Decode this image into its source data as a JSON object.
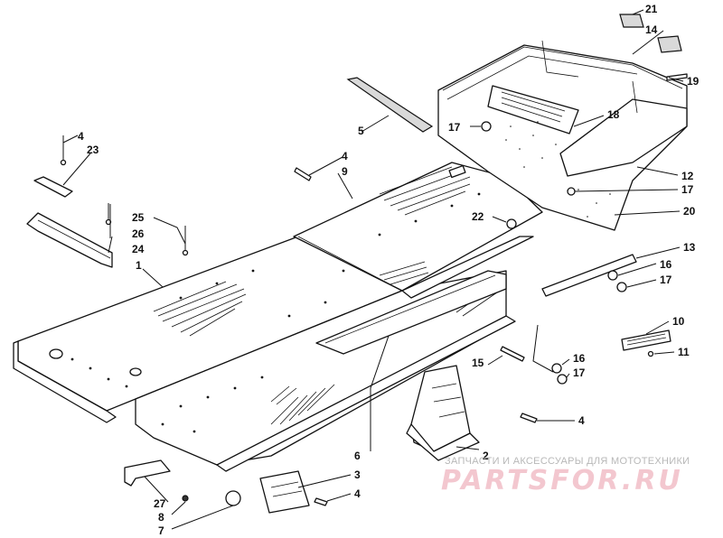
{
  "callouts": [
    "1",
    "2",
    "3",
    "4",
    "5",
    "6",
    "7",
    "8",
    "9",
    "10",
    "11",
    "12",
    "13",
    "14",
    "15",
    "16",
    "17",
    "18",
    "19",
    "20",
    "21",
    "22",
    "23",
    "24",
    "25",
    "26",
    "27"
  ],
  "labels": {
    "l1": "1",
    "l2": "2",
    "l3": "3",
    "l4a": "4",
    "l4b": "4",
    "l4c": "4",
    "l4d": "4",
    "l5": "5",
    "l6": "6",
    "l7": "7",
    "l8": "8",
    "l9": "9",
    "l10": "10",
    "l11": "11",
    "l12": "12",
    "l13": "13",
    "l14": "14",
    "l15": "15",
    "l16a": "16",
    "l16b": "16",
    "l17a": "17",
    "l17b": "17",
    "l17c": "17",
    "l17d": "17",
    "l18": "18",
    "l19": "19",
    "l20": "20",
    "l21": "21",
    "l22": "22",
    "l23": "23",
    "l24": "24",
    "l25": "25",
    "l26": "26",
    "l27": "27"
  },
  "watermark": {
    "tagline": "ЗАПЧАСТИ И АКСЕССУАРЫ ДЛЯ МОТОТЕХНИКИ",
    "brand": "PARTSFOR.RU",
    "brand_color": "#e8a0ae"
  }
}
